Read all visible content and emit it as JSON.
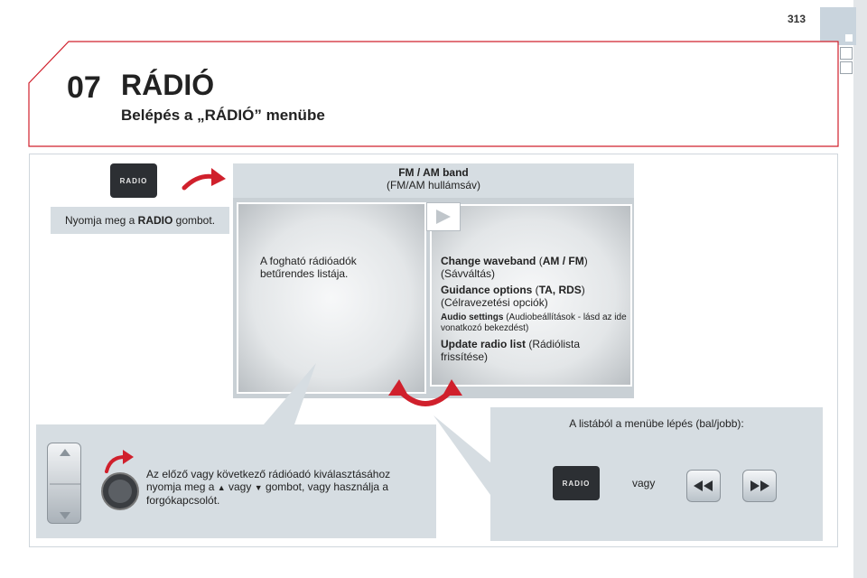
{
  "page_number": "313",
  "chapter_number": "07",
  "title": "RÁDIÓ",
  "subtitle": "Belépés a „RÁDIÓ” menübe",
  "radio_button_label": "RADIO",
  "step1": {
    "prefix": "Nyomja meg a ",
    "bold": "RADIO",
    "suffix": " gombot."
  },
  "screen": {
    "header_bold": "FM / AM band",
    "header_sub": "(FM/AM hullámsáv)",
    "left_text": "A fogható rádióadók betűrendes listája.",
    "menu": [
      {
        "bold": "Change waveband",
        "paren_open": " (",
        "bold2": "AM / FM",
        "paren_close": ")",
        "desc": "(Sávváltás)"
      },
      {
        "bold": "Guidance options",
        "paren_open": " (",
        "bold2": "TA, RDS",
        "paren_close": ")",
        "desc": "(Célravezetési opciók)"
      },
      {
        "bold": "Audio settings",
        "desc": " (Audiobeállítások - lásd az ide vonatkozó bekezdést)"
      },
      {
        "bold": "Update radio list",
        "desc": " (Rádiólista frissítése)"
      }
    ]
  },
  "bottom_left": {
    "line1": "Az előző vagy következő rádióadó kiválasztásához",
    "line2_a": "nyomja meg a",
    "line2_b": "vagy",
    "line2_c": "gombot, vagy használja a",
    "line3": "forgókapcsolót."
  },
  "bottom_right": {
    "text": "A listából a menübe lépés (bal/jobb):",
    "or": "vagy"
  },
  "colors": {
    "accent_red": "#d0202c",
    "panel_gray": "#d6dde2"
  },
  "icons": [
    "red-curved-arrow-icon",
    "double-curved-arrow-icon",
    "rewind-icon",
    "fast-forward-icon",
    "up-arrow-icon",
    "down-arrow-icon",
    "rotary-knob-icon",
    "play-icon"
  ]
}
